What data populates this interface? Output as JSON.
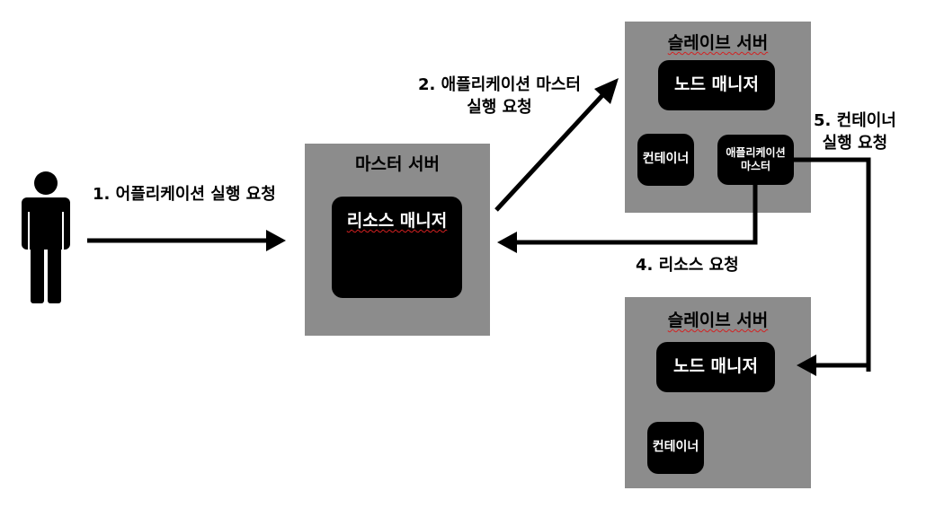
{
  "master": {
    "title": "마스터 서버",
    "resource_manager": "리소스 매니저"
  },
  "slave1": {
    "title": "슬레이브 서버",
    "node_manager": "노드 매니저",
    "container": "컨테이너",
    "app_master": "애플리케이션 마스터"
  },
  "slave2": {
    "title": "슬레이브 서버",
    "node_manager": "노드 매니저",
    "container": "컨테이너"
  },
  "steps": {
    "s1": "1.  어플리케이션 실행 요청",
    "s2_line1": "2. 애플리케이션 마스터",
    "s2_line2": "실행 요청",
    "s4": "4. 리소스 요청",
    "s5_line1": "5. 컨테이너",
    "s5_line2": "실행 요청"
  }
}
